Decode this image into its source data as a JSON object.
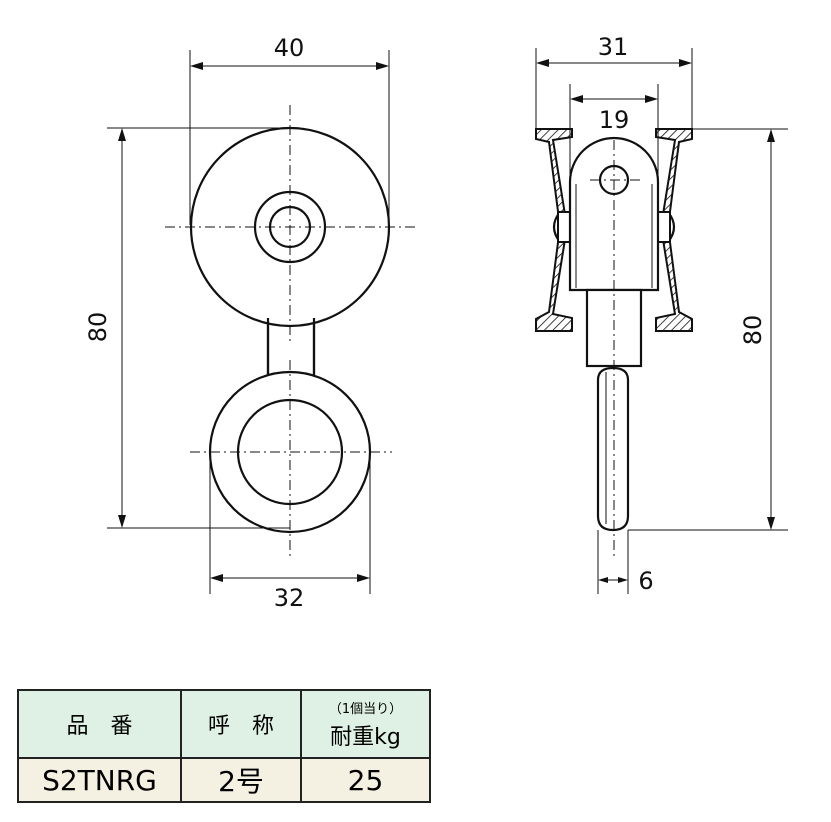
{
  "dimensions": {
    "front_width": "40",
    "front_height": "80",
    "bottom_width": "32",
    "side_width": "31",
    "side_inner": "19",
    "side_height": "80",
    "shaft": "6"
  },
  "table": {
    "headers": {
      "part_no": "品　番",
      "name": "呼　称",
      "capacity_sub": "（1個当り）",
      "capacity": "耐重kg"
    },
    "row": {
      "part_no": "S2TNRG",
      "name": "2号",
      "capacity": "25"
    }
  },
  "colors": {
    "header_bg": "#dff0e4",
    "value_bg": "#f4f0e2",
    "line": "#111111"
  }
}
